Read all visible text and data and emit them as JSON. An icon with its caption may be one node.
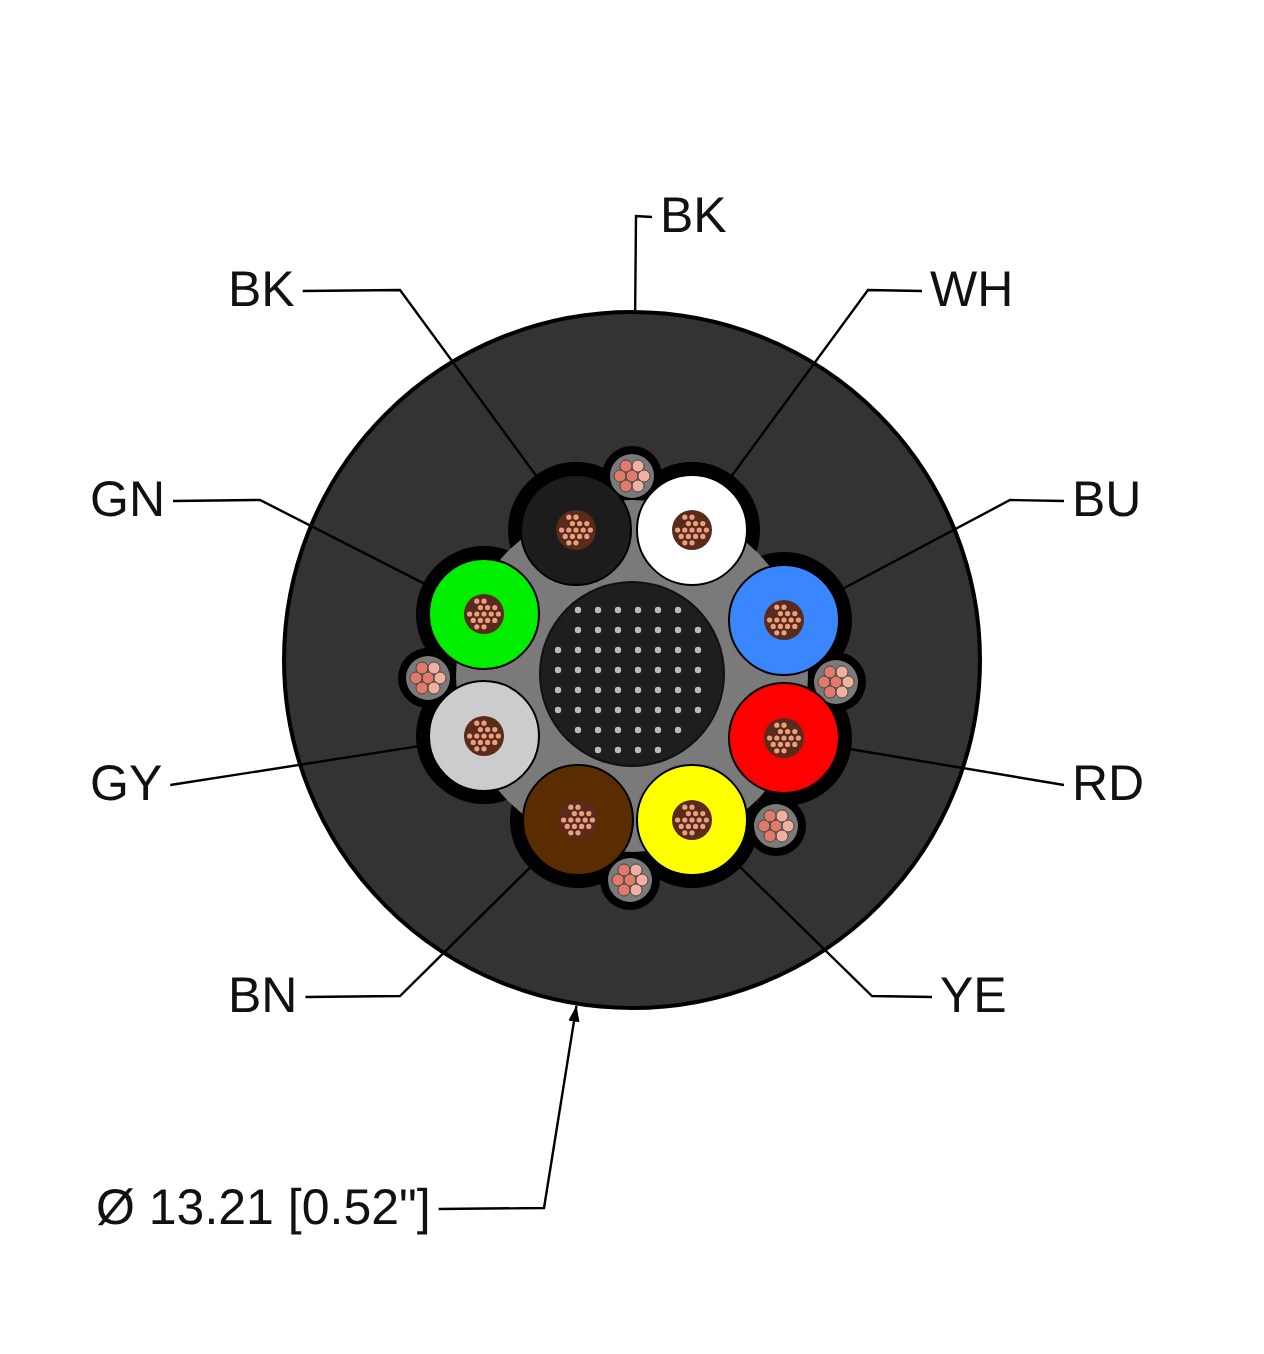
{
  "diagram": {
    "nodes": [
      {
        "text": [],
        "shape": "circle"
      },
      {
        "text": [
          "BK"
        ]
      },
      {
        "text": [
          "BK"
        ]
      },
      {
        "text": [
          "WH"
        ]
      },
      {
        "text": [
          "GN"
        ]
      },
      {
        "text": [
          "BU"
        ]
      },
      {
        "text": [
          "GY"
        ]
      },
      {
        "text": [
          "RD"
        ]
      },
      {
        "text": [
          "BN"
        ]
      },
      {
        "text": [
          "YE"
        ]
      },
      {
        "text": [
          "Ø 13.21 [0.52\"]"
        ]
      },
      {
        "text": [],
        "shape": "circle",
        "in": 0
      },
      {
        "text": [],
        "shape": "circle",
        "in": 0
      },
      {
        "text": [],
        "shape": "circle",
        "in": 0
      },
      {
        "text": [],
        "shape": "circle",
        "in": 0
      },
      {
        "text": [],
        "shape": "circle",
        "in": 0
      },
      {
        "text": [],
        "shape": "circle",
        "in": 0
      },
      {
        "text": [],
        "shape": "circle",
        "in": 0
      },
      {
        "text": [],
        "shape": "circle",
        "in": 0
      }
    ],
    "edges": [
      {
        "from": 1,
        "to": 0,
        "arrow": "none"
      },
      {
        "from": 2,
        "to": 11,
        "arrow": "none"
      },
      {
        "from": 3,
        "to": 12,
        "arrow": "none"
      },
      {
        "from": 4,
        "to": 13,
        "arrow": "none"
      },
      {
        "from": 5,
        "to": 14,
        "arrow": "none"
      },
      {
        "from": 6,
        "to": 15,
        "arrow": "none"
      },
      {
        "from": 7,
        "to": 16,
        "arrow": "none"
      },
      {
        "from": 8,
        "to": 17,
        "arrow": "none"
      },
      {
        "from": 9,
        "to": 18,
        "arrow": "none"
      },
      {
        "from": 10,
        "to": 0,
        "arrow": "to"
      }
    ]
  }
}
